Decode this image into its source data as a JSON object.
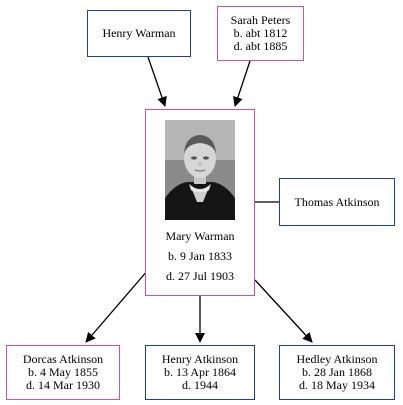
{
  "persons": {
    "henry_warman": {
      "name": "Henry Warman"
    },
    "sarah_peters": {
      "name": "Sarah Peters",
      "born": "b. abt 1812",
      "died": "d. abt 1885"
    },
    "mary_warman": {
      "name": "Mary Warman",
      "born": "b. 9 Jan 1833",
      "died": "d. 27 Jul 1903"
    },
    "thomas_atkinson": {
      "name": "Thomas Atkinson"
    },
    "dorcas_atkinson": {
      "name": "Dorcas Atkinson",
      "born": "b. 4 May 1855",
      "died": "d. 14 Mar 1930"
    },
    "henry_atkinson": {
      "name": "Henry Atkinson",
      "born": "b. 13 Apr 1864",
      "died": "d. 1944"
    },
    "hedley_atkinson": {
      "name": "Hedley Atkinson",
      "born": "b. 28 Jan 1868",
      "died": "d. 18 May 1934"
    }
  },
  "colors": {
    "male_border": "#1c3fa0",
    "female_border": "#cc55aa",
    "edge": "#000000"
  }
}
